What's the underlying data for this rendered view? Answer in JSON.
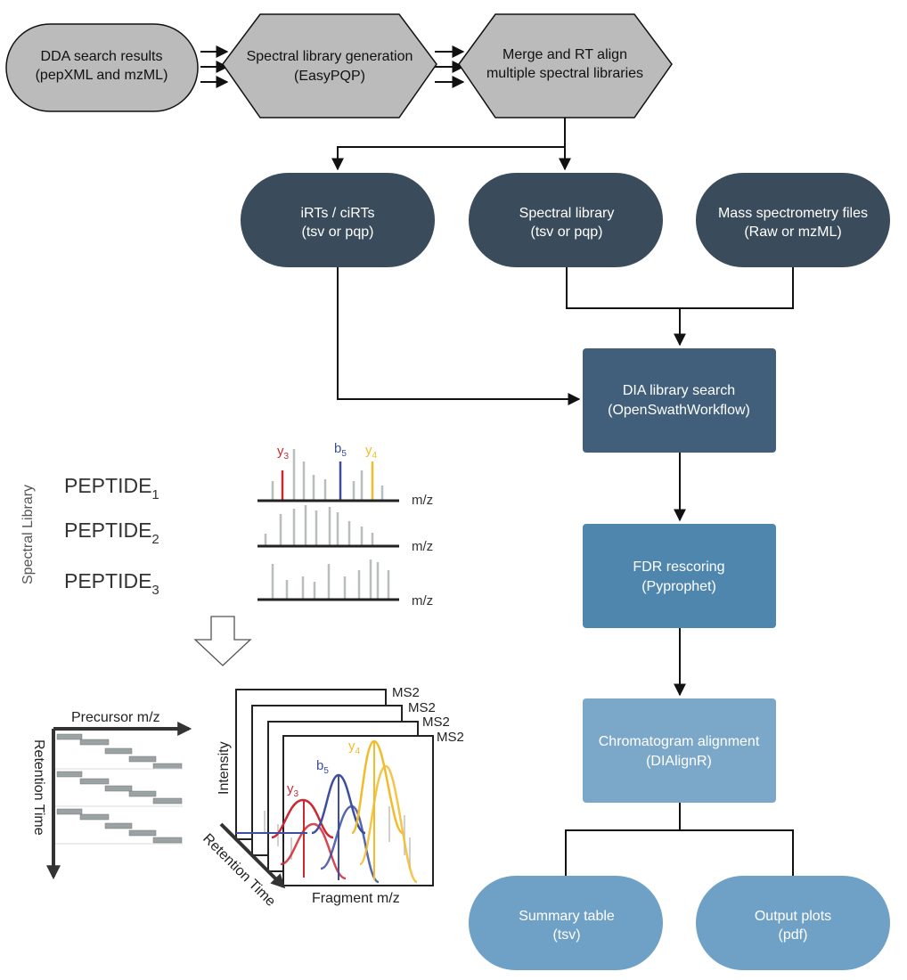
{
  "colors": {
    "gray_node": "#bbbbbb",
    "dark_node": "#3a4c5b",
    "search_node": "#415f7a",
    "fdr_node": "#4f86ae",
    "align_node": "#7ba8c9",
    "output_node": "#6fa1c6",
    "y_ion": "#cc2833",
    "b_ion": "#3b4ea0",
    "y4_ion": "#f2bb2a",
    "neutral_peak": "#b8bdbd"
  },
  "nodes": {
    "dda": {
      "line1": "DDA search results",
      "line2": "(pepXML and mzML)"
    },
    "libgen": {
      "line1": "Spectral library generation",
      "line2": "(EasyPQP)"
    },
    "merge": {
      "line1": "Merge and RT align",
      "line2": "multiple spectral libraries"
    },
    "irt": {
      "line1": "iRTs / ciRTs",
      "line2": "(tsv or pqp)"
    },
    "speclib": {
      "line1": "Spectral library",
      "line2": "(tsv or pqp)"
    },
    "msfiles": {
      "line1": "Mass spectrometry files",
      "line2": "(Raw or mzML)"
    },
    "dia": {
      "line1": "DIA library search",
      "line2": "(OpenSwathWorkflow)"
    },
    "fdr": {
      "line1": "FDR rescoring",
      "line2": "(Pyprophet)"
    },
    "chrom": {
      "line1": "Chromatogram alignment",
      "line2": "(DIAlignR)"
    },
    "summary": {
      "line1": "Summary table",
      "line2": "(tsv)"
    },
    "plots": {
      "line1": "Output plots",
      "line2": "(pdf)"
    }
  },
  "illustration": {
    "library_axis_label": "Spectral Library",
    "peptide_name": "PEPTIDE",
    "peptides": [
      {
        "subscript": "1"
      },
      {
        "subscript": "2"
      },
      {
        "subscript": "3"
      }
    ],
    "mz_label": "m/z",
    "ion_labels": {
      "y3": {
        "base": "y",
        "sub": "3"
      },
      "b5": {
        "base": "b",
        "sub": "5"
      },
      "y4": {
        "base": "y",
        "sub": "4"
      }
    },
    "precursor_axis": "Precursor m/z",
    "retention_axis": "Retention Time",
    "intensity_axis": "Intensity",
    "fragment_axis": "Fragment m/z",
    "ms2_label": "MS2",
    "ms2_count": 4
  }
}
